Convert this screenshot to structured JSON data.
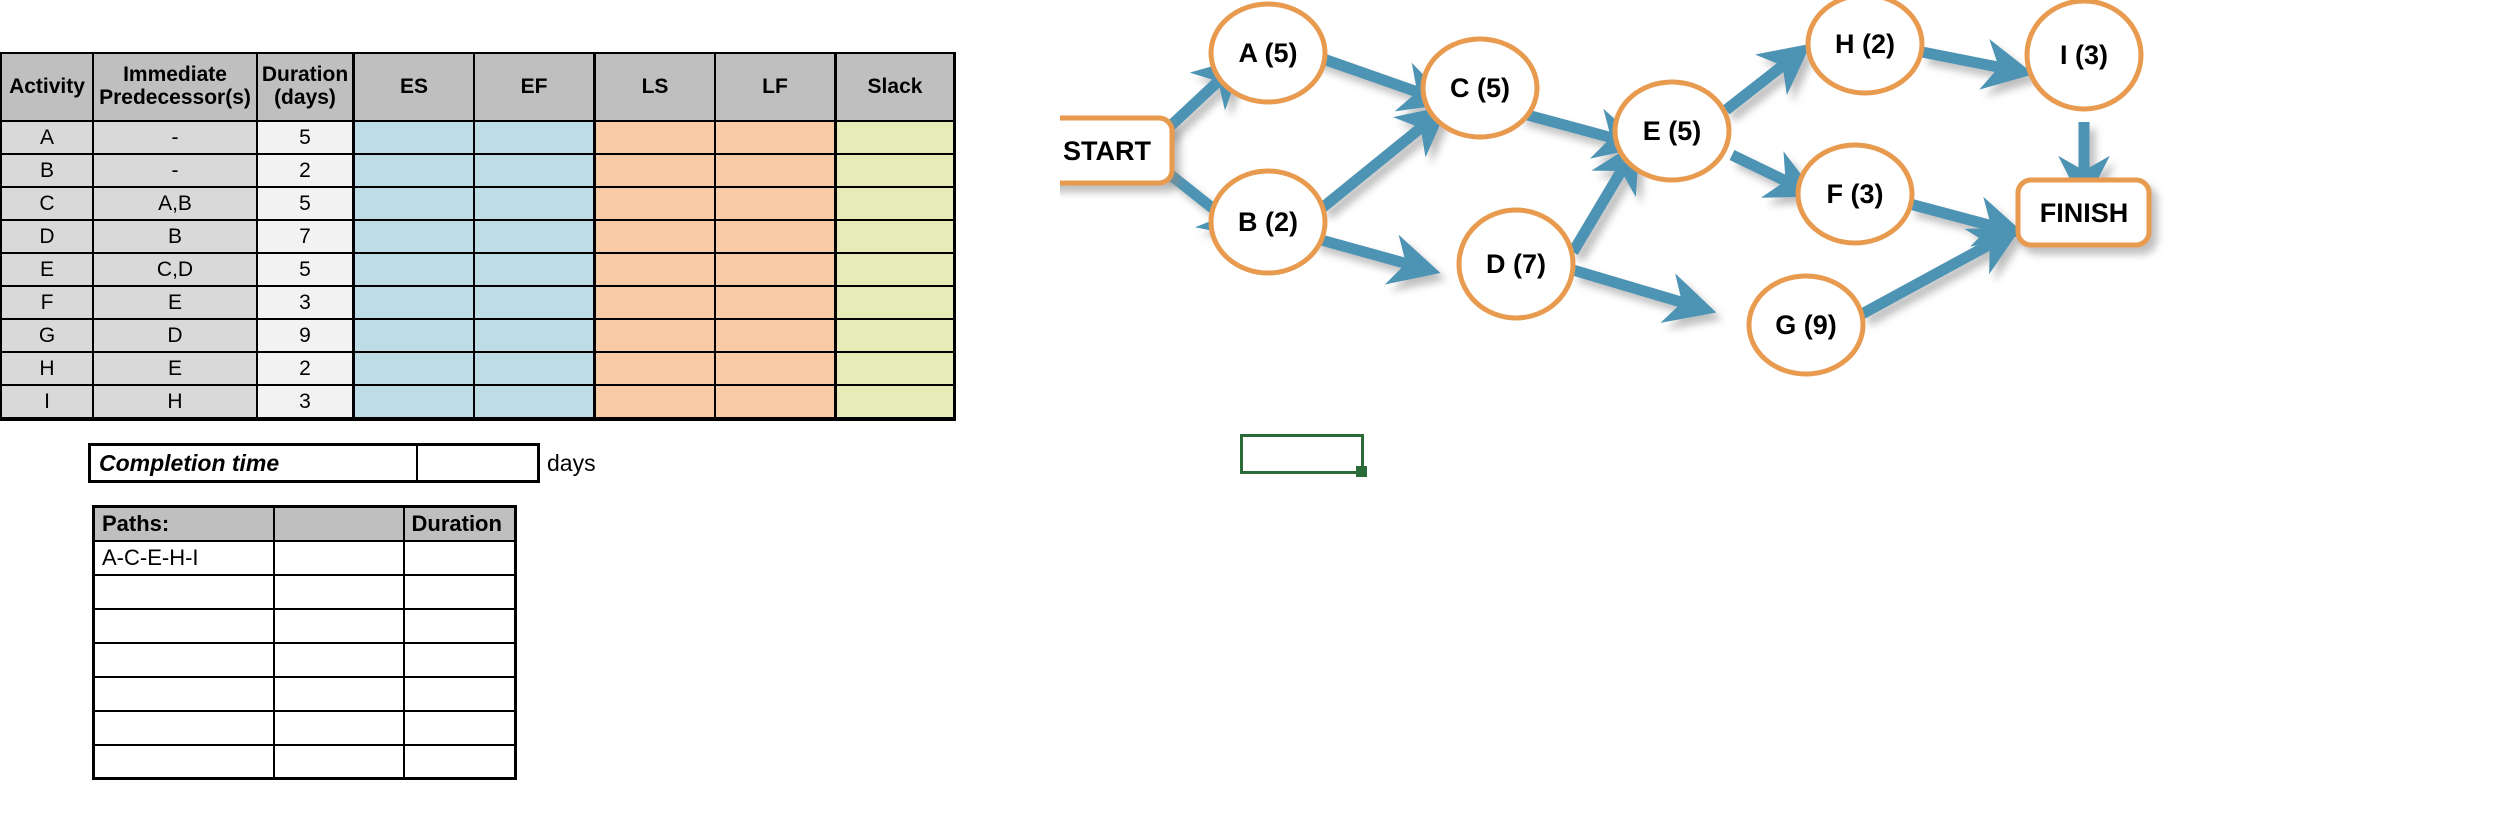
{
  "cpm_table": {
    "headers": {
      "activity": "Activity",
      "predecessors_line1": "Immediate",
      "predecessors_line2": "Predecessor(s)",
      "duration_line1": "Duration",
      "duration_line2": "(days)",
      "es": "ES",
      "ef": "EF",
      "ls": "LS",
      "lf": "LF",
      "slack": "Slack"
    },
    "rows": [
      {
        "activity": "A",
        "predecessors": "-",
        "duration": "5",
        "es": "",
        "ef": "",
        "ls": "",
        "lf": "",
        "slack": ""
      },
      {
        "activity": "B",
        "predecessors": "-",
        "duration": "2",
        "es": "",
        "ef": "",
        "ls": "",
        "lf": "",
        "slack": ""
      },
      {
        "activity": "C",
        "predecessors": "A,B",
        "duration": "5",
        "es": "",
        "ef": "",
        "ls": "",
        "lf": "",
        "slack": ""
      },
      {
        "activity": "D",
        "predecessors": "B",
        "duration": "7",
        "es": "",
        "ef": "",
        "ls": "",
        "lf": "",
        "slack": ""
      },
      {
        "activity": "E",
        "predecessors": "C,D",
        "duration": "5",
        "es": "",
        "ef": "",
        "ls": "",
        "lf": "",
        "slack": ""
      },
      {
        "activity": "F",
        "predecessors": "E",
        "duration": "3",
        "es": "",
        "ef": "",
        "ls": "",
        "lf": "",
        "slack": ""
      },
      {
        "activity": "G",
        "predecessors": "D",
        "duration": "9",
        "es": "",
        "ef": "",
        "ls": "",
        "lf": "",
        "slack": ""
      },
      {
        "activity": "H",
        "predecessors": "E",
        "duration": "2",
        "es": "",
        "ef": "",
        "ls": "",
        "lf": "",
        "slack": ""
      },
      {
        "activity": "I",
        "predecessors": "H",
        "duration": "3",
        "es": "",
        "ef": "",
        "ls": "",
        "lf": "",
        "slack": ""
      }
    ],
    "colors": {
      "header_fill": "#bfbfbf",
      "activity_fill": "#d9d9d9",
      "duration_fill": "#f2f2f2",
      "es_ef_fill": "#bddce5",
      "ls_lf_fill": "#f8cba6",
      "slack_fill": "#e6ebb8"
    }
  },
  "completion": {
    "label": "Completion time",
    "value": "",
    "unit": "days",
    "comment_flag_color": "#e81123"
  },
  "paths_table": {
    "headers": {
      "paths": "Paths:",
      "middle": "",
      "duration": "Duration"
    },
    "rows": [
      {
        "path": "A-C-E-H-I",
        "middle": "",
        "duration": ""
      },
      {
        "path": "",
        "middle": "",
        "duration": ""
      },
      {
        "path": "",
        "middle": "",
        "duration": ""
      },
      {
        "path": "",
        "middle": "",
        "duration": ""
      },
      {
        "path": "",
        "middle": "",
        "duration": ""
      },
      {
        "path": "",
        "middle": "",
        "duration": ""
      },
      {
        "path": "",
        "middle": "",
        "duration": ""
      }
    ]
  },
  "network": {
    "colors": {
      "node_stroke": "#e89a4f",
      "node_fill": "#ffffff",
      "arrow": "#4e94b4",
      "text": "#000000"
    },
    "terminals": {
      "start": "START",
      "finish": "FINISH"
    },
    "nodes": [
      {
        "id": "A",
        "label": "A (5)"
      },
      {
        "id": "B",
        "label": "B (2)"
      },
      {
        "id": "C",
        "label": "C (5)"
      },
      {
        "id": "D",
        "label": "D (7)"
      },
      {
        "id": "E",
        "label": "E (5)"
      },
      {
        "id": "F",
        "label": "F (3)"
      },
      {
        "id": "G",
        "label": "G (9)"
      },
      {
        "id": "H",
        "label": "H (2)"
      },
      {
        "id": "I",
        "label": "I (3)"
      }
    ],
    "edges": [
      {
        "from": "START",
        "to": "A"
      },
      {
        "from": "START",
        "to": "B"
      },
      {
        "from": "A",
        "to": "C"
      },
      {
        "from": "B",
        "to": "C"
      },
      {
        "from": "B",
        "to": "D"
      },
      {
        "from": "C",
        "to": "E"
      },
      {
        "from": "D",
        "to": "E"
      },
      {
        "from": "D",
        "to": "G"
      },
      {
        "from": "E",
        "to": "H"
      },
      {
        "from": "E",
        "to": "F"
      },
      {
        "from": "H",
        "to": "I"
      },
      {
        "from": "I",
        "to": "FINISH"
      },
      {
        "from": "F",
        "to": "FINISH"
      },
      {
        "from": "G",
        "to": "FINISH"
      }
    ]
  },
  "cell_marker": {
    "border_color": "#2a6b38"
  }
}
